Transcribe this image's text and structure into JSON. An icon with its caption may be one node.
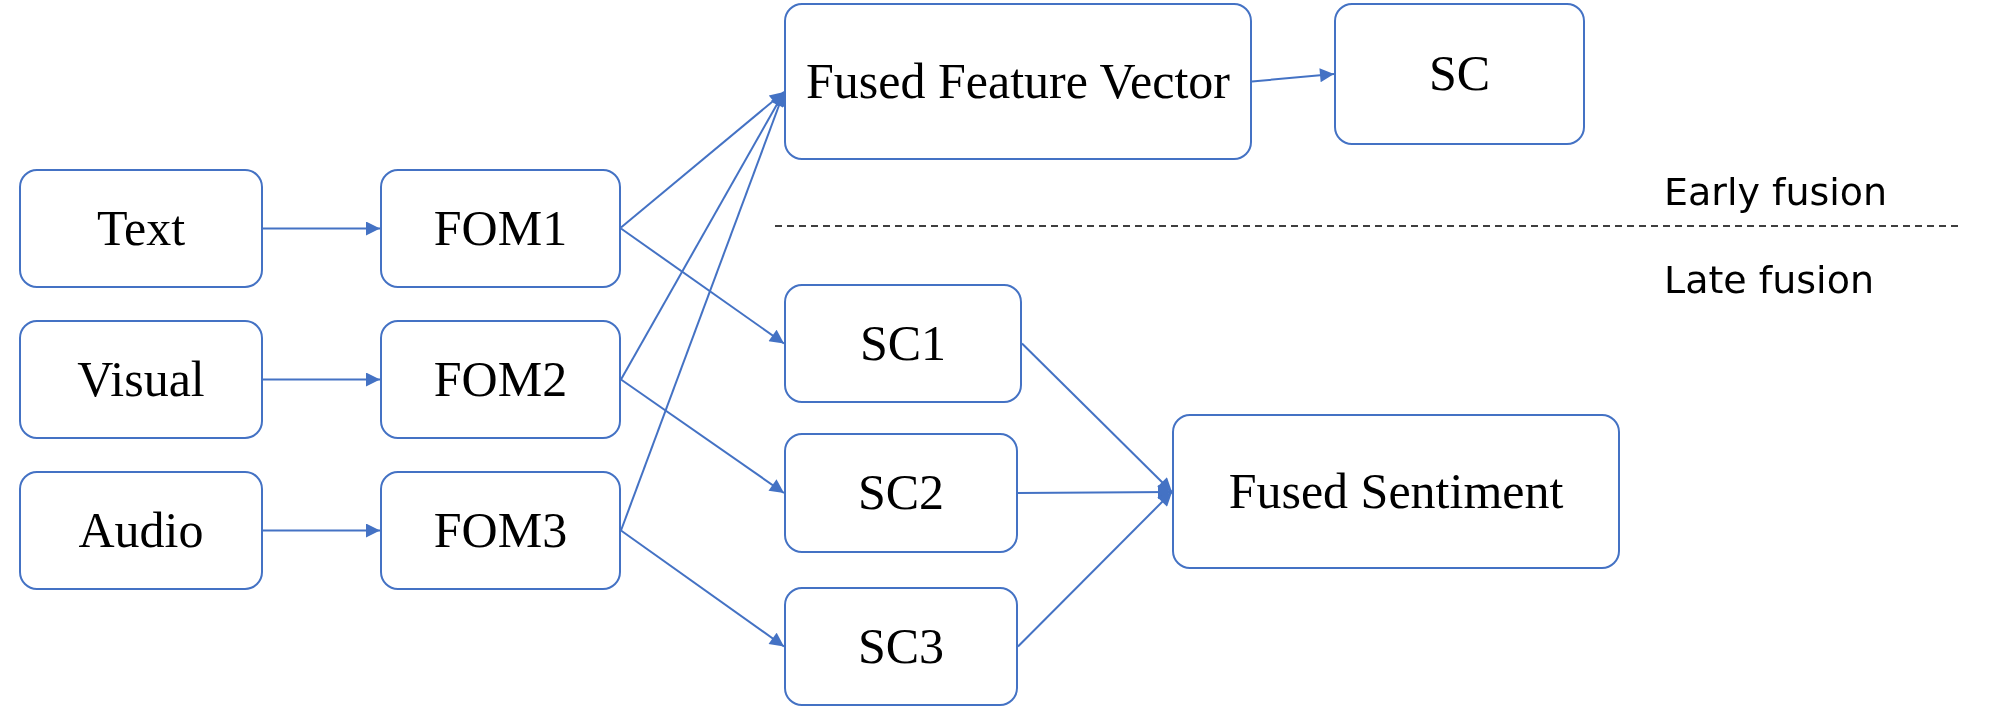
{
  "diagram": {
    "nodes": [
      {
        "text": [
          "Text"
        ]
      },
      {
        "text": [
          "FOM1"
        ]
      },
      {
        "text": [
          "Visual"
        ]
      },
      {
        "text": [
          "FOM2"
        ]
      },
      {
        "text": [
          "Audio"
        ]
      },
      {
        "text": [
          "FOM3"
        ]
      },
      {
        "text": [
          "Fused Feature Vector"
        ]
      },
      {
        "text": [
          "SC"
        ]
      },
      {
        "text": [
          "SC1"
        ]
      },
      {
        "text": [
          "SC2"
        ]
      },
      {
        "text": [
          "SC3"
        ]
      },
      {
        "text": [
          "Fused Sentiment"
        ]
      }
    ],
    "edges": [
      {
        "from": 0,
        "to": 1,
        "arrow": "to"
      },
      {
        "from": 2,
        "to": 3,
        "arrow": "to"
      },
      {
        "from": 4,
        "to": 5,
        "arrow": "to"
      },
      {
        "from": 1,
        "to": 6,
        "arrow": "to"
      },
      {
        "from": 3,
        "to": 6,
        "arrow": "to"
      },
      {
        "from": 5,
        "to": 6,
        "arrow": "to"
      },
      {
        "from": 6,
        "to": 7,
        "arrow": "to"
      },
      {
        "from": 1,
        "to": 8,
        "arrow": "to"
      },
      {
        "from": 3,
        "to": 9,
        "arrow": "to"
      },
      {
        "from": 5,
        "to": 10,
        "arrow": "to"
      },
      {
        "from": 8,
        "to": 11,
        "arrow": "to"
      },
      {
        "from": 9,
        "to": 11,
        "arrow": "to"
      },
      {
        "from": 10,
        "to": 11,
        "arrow": "to"
      }
    ],
    "labels": [
      "Early fusion",
      "Late fusion"
    ]
  }
}
